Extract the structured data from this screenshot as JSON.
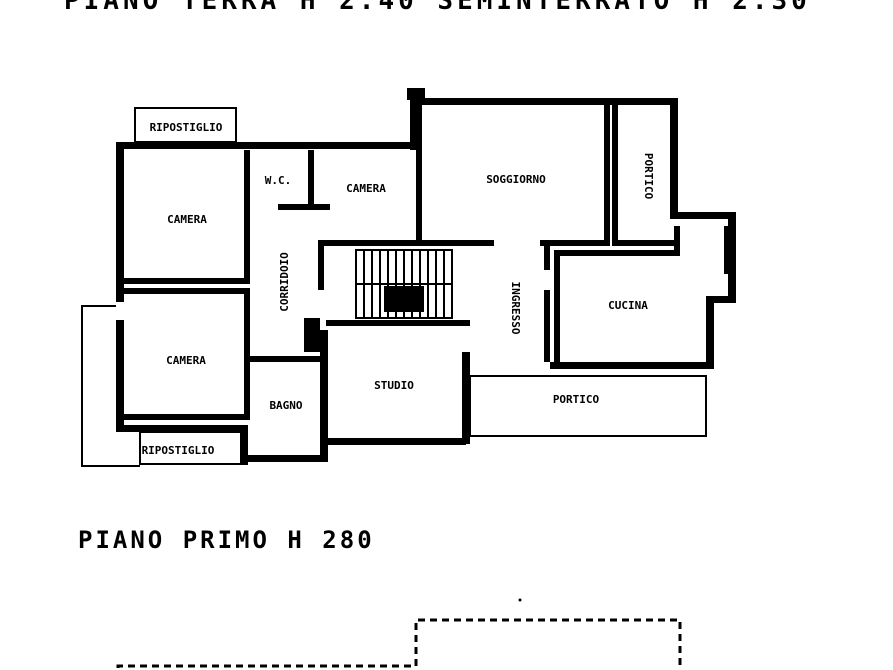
{
  "headings": {
    "ground_floor": "PIANO TERRA H 2.40 SEMINTERRATO H 2.30",
    "first_floor": "PIANO PRIMO H 280"
  },
  "rooms": {
    "ripostiglio_top": "RIPOSTIGLIO",
    "ripostiglio_bottom": "RIPOSTIGLIO",
    "wc": "W.C.",
    "camera_small": "CAMERA",
    "camera_top_left": "CAMERA",
    "camera_bottom_left": "CAMERA",
    "corridoio": "CORRIDOIO",
    "bagno": "BAGNO",
    "soggiorno": "SOGGIORNO",
    "portico_right": "PORTICO",
    "ingresso": "INGRESSO",
    "cucina": "CUCINA",
    "studio": "STUDIO",
    "portico_bottom": "PORTICO"
  },
  "colors": {
    "ink": "#000000",
    "paper": "#ffffff"
  }
}
